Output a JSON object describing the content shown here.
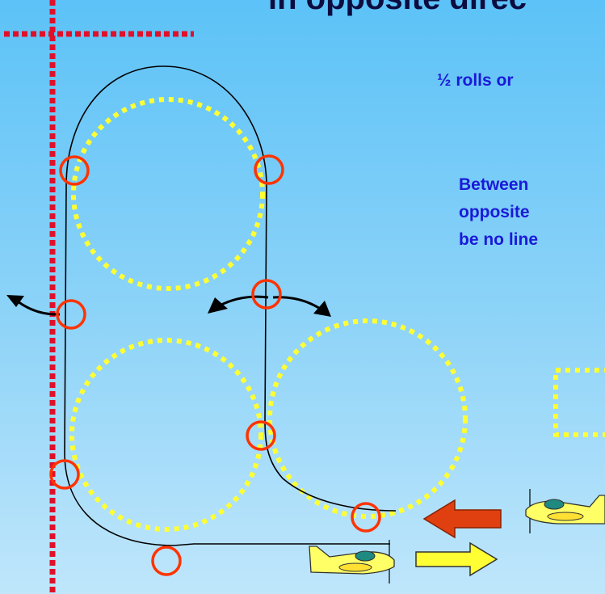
{
  "title": "in opposite direc",
  "note_half_rolls": "½ rolls or",
  "note_between": [
    "Between",
    "opposite",
    "be no line"
  ],
  "colors": {
    "background_top": "#5cc2f7",
    "background_bottom": "#bfe6fb",
    "reference_line": "#e0102a",
    "guide_circle": "#ffff33",
    "flight_path": "#000000",
    "roll_marker": "#ff3300",
    "entry_arrow": "#e04010",
    "exit_arrow": "#ffff33",
    "plane_body": "#ffff66",
    "canopy": "#1e8a80",
    "text_blue": "#1a1ad8"
  },
  "icons": {
    "entry_plane": "airplane-icon",
    "exit_plane": "airplane-icon"
  }
}
